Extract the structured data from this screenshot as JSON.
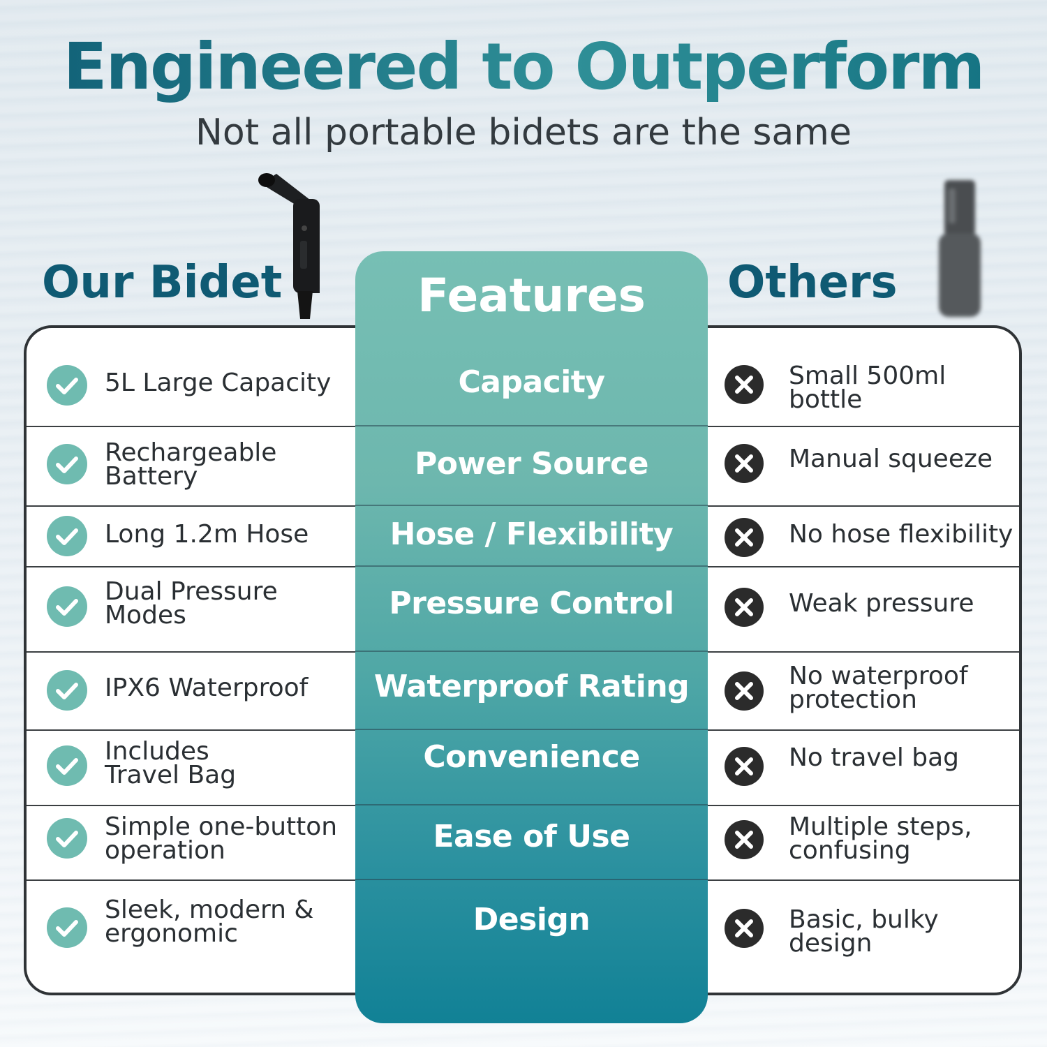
{
  "header": {
    "title": "Engineered to Outperform",
    "subtitle": "Not all portable bidets are the same"
  },
  "columns": {
    "ours": "Our Bidet",
    "features": "Features",
    "others": "Others"
  },
  "rows": [
    {
      "feature": "Capacity",
      "ours": "5L Large Capacity",
      "others": "Small 500ml\nbottle"
    },
    {
      "feature": "Power Source",
      "ours": "Rechargeable\nBattery",
      "others": "Manual squeeze"
    },
    {
      "feature": "Hose / Flexibility",
      "ours": "Long 1.2m Hose",
      "others": "No hose flexibility"
    },
    {
      "feature": "Pressure Control",
      "ours": "Dual Pressure\nModes",
      "others": "Weak pressure"
    },
    {
      "feature": "Waterproof Rating",
      "ours": "IPX6 Waterproof",
      "others": "No waterproof\nprotection"
    },
    {
      "feature": "Convenience",
      "ours": "Includes\nTravel Bag",
      "others": "No travel bag"
    },
    {
      "feature": "Ease of Use",
      "ours": "Simple one-button\noperation",
      "others": "Multiple steps,\nconfusing"
    },
    {
      "feature": "Design",
      "ours": "Sleek, modern &\nergonomic",
      "others": "Basic, bulky\ndesign"
    }
  ],
  "icons": {
    "ours_mark": "check-circle-icon",
    "others_mark": "x-circle-icon"
  },
  "colors": {
    "teal_accent": "#6fbbb0",
    "title_dark": "#0f5a73",
    "cross_dark": "#2b2b2b"
  }
}
